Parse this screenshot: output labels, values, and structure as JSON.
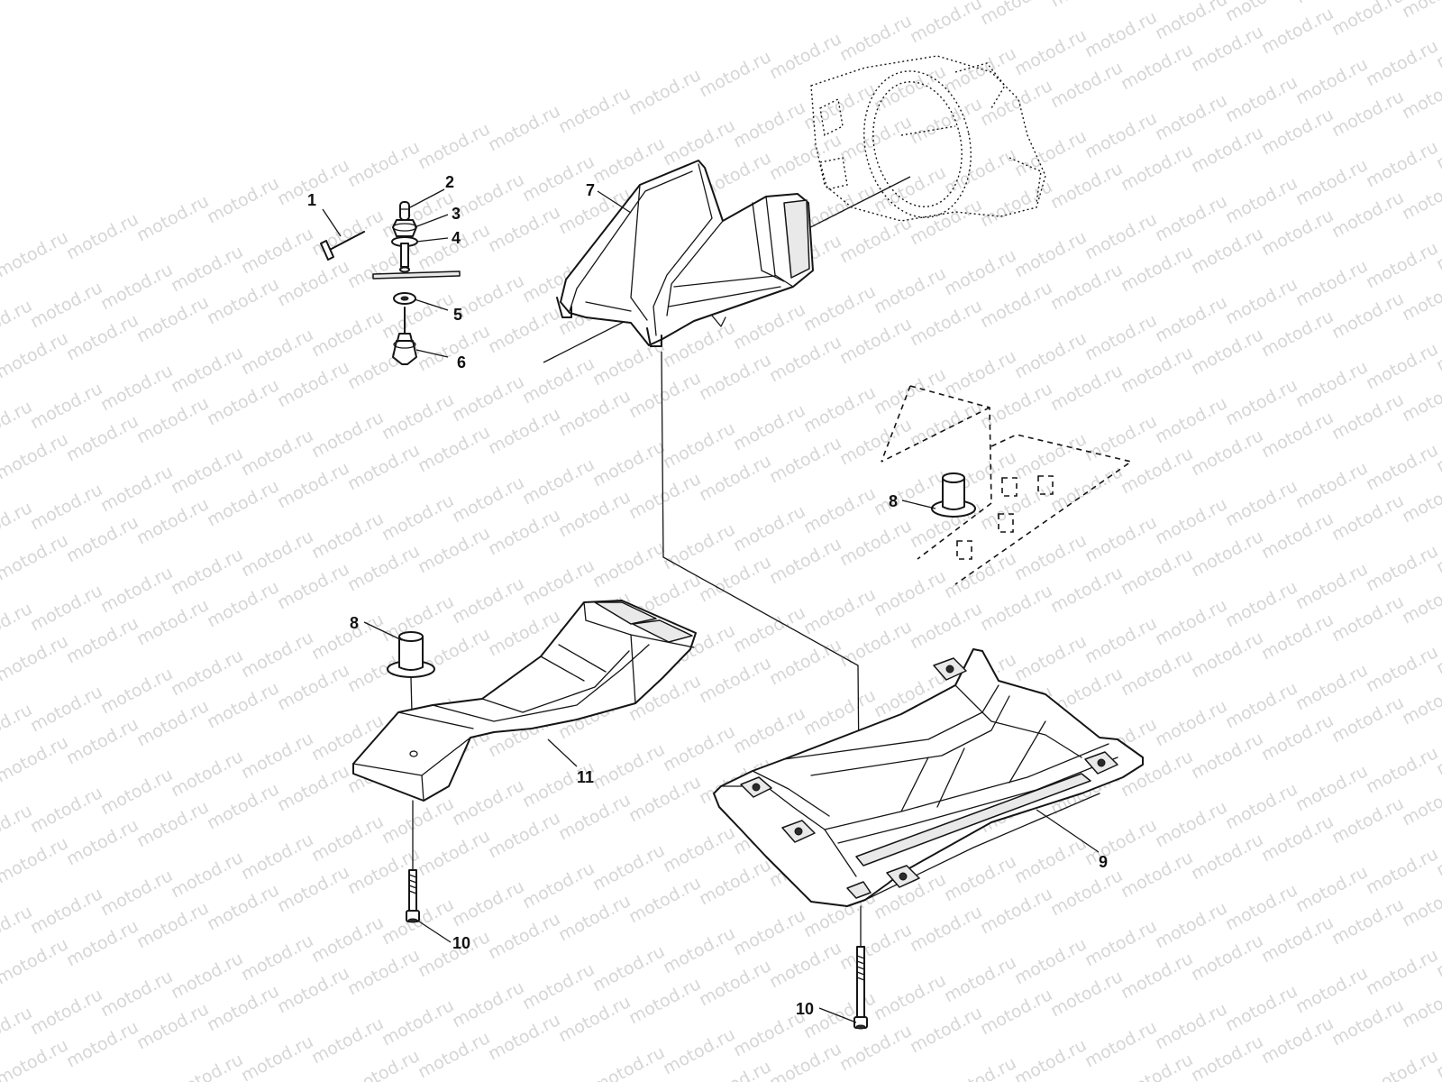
{
  "watermark": {
    "text": "motod.ru"
  },
  "callouts": {
    "c1": "1",
    "c2": "2",
    "c3": "3",
    "c4": "4",
    "c5": "5",
    "c6": "6",
    "c7": "7",
    "c8a": "8",
    "c8b": "8",
    "c9": "9",
    "c10a": "10",
    "c10b": "10",
    "c11": "11"
  }
}
